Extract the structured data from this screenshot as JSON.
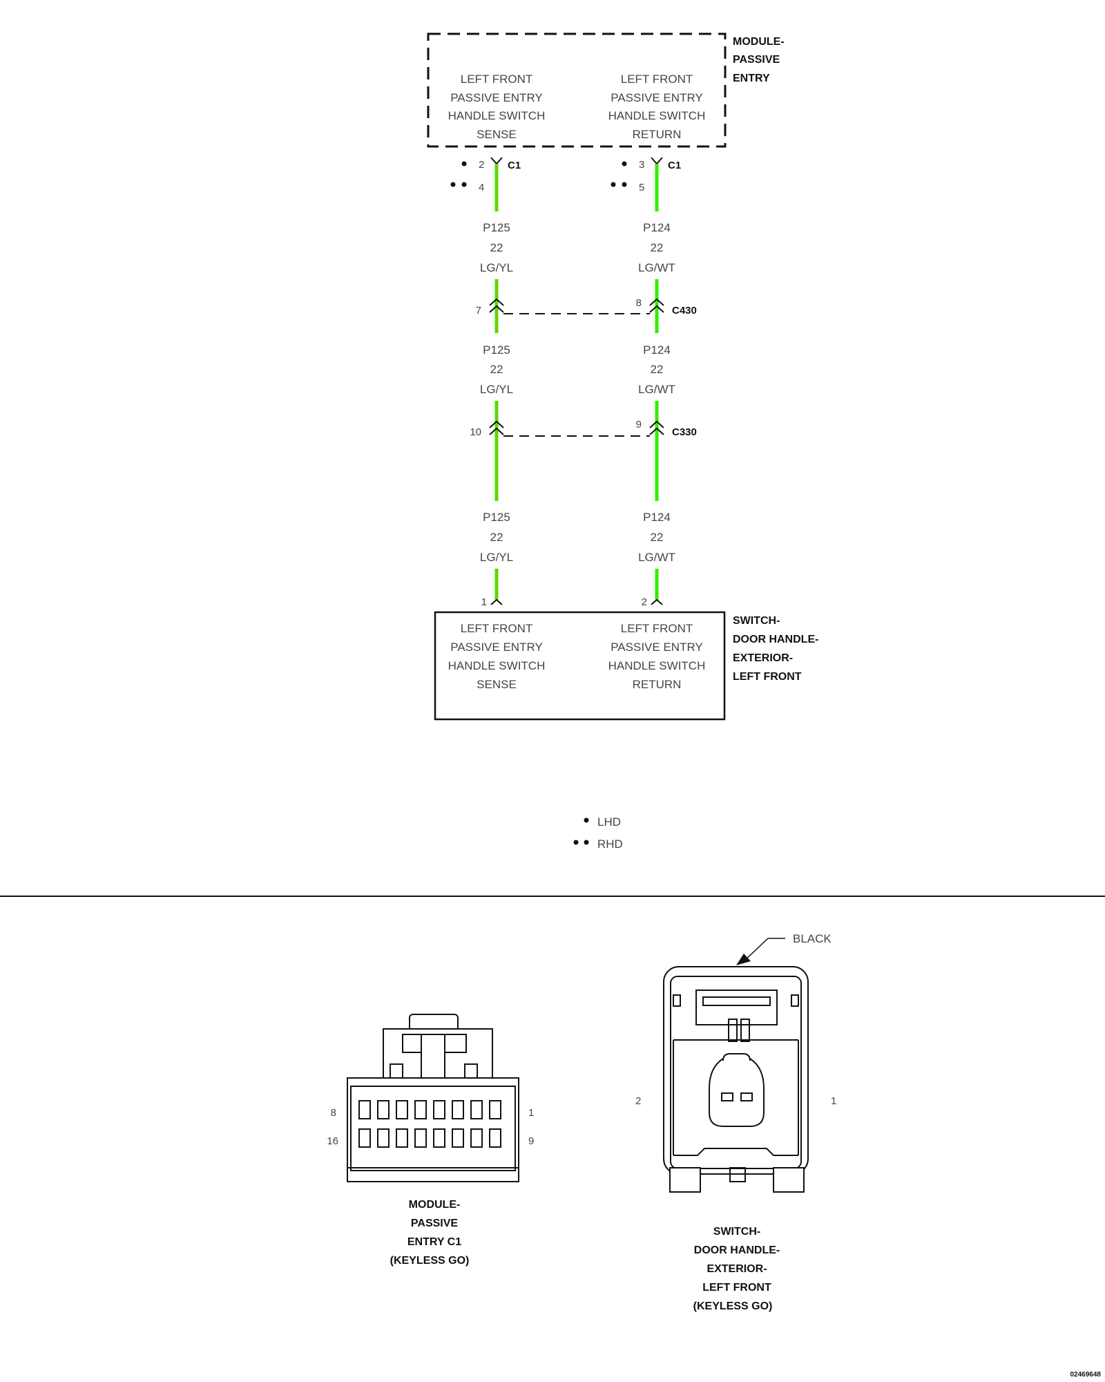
{
  "module_top": {
    "title_lines": [
      "MODULE-",
      "PASSIVE",
      "ENTRY"
    ],
    "left_func": [
      "LEFT FRONT",
      "PASSIVE ENTRY",
      "HANDLE SWITCH",
      "SENSE"
    ],
    "right_func": [
      "LEFT FRONT",
      "PASSIVE ENTRY",
      "HANDLE SWITCH",
      "RETURN"
    ]
  },
  "c1": {
    "left": {
      "lhd_pin": "2",
      "rhd_pin": "4",
      "connector": "C1"
    },
    "right": {
      "lhd_pin": "3",
      "rhd_pin": "5",
      "connector": "C1"
    }
  },
  "wires": {
    "left": {
      "circuit": "P125",
      "gauge": "22",
      "color_code": "LG/YL",
      "stripe_hex": "#c8a000"
    },
    "right": {
      "circuit": "P124",
      "gauge": "22",
      "color_code": "LG/WT",
      "stripe_hex": "#ffffff"
    },
    "base_hex": "#33ee00"
  },
  "c430": {
    "name": "C430",
    "left_pin": "7",
    "right_pin": "8"
  },
  "c330": {
    "name": "C330",
    "left_pin": "10",
    "right_pin": "9"
  },
  "switch_bottom": {
    "title_lines": [
      "SWITCH-",
      "DOOR HANDLE-",
      "EXTERIOR-",
      "LEFT FRONT"
    ],
    "left_pin": "1",
    "right_pin": "2",
    "left_func": [
      "LEFT FRONT",
      "PASSIVE ENTRY",
      "HANDLE SWITCH",
      "SENSE"
    ],
    "right_func": [
      "LEFT FRONT",
      "PASSIVE ENTRY",
      "HANDLE SWITCH",
      "RETURN"
    ]
  },
  "legend": {
    "lhd": "LHD",
    "rhd": "RHD"
  },
  "connector_views": {
    "module_c1": {
      "caption_lines": [
        "MODULE-",
        "PASSIVE",
        "ENTRY C1",
        "(KEYLESS GO)"
      ],
      "pins": {
        "top_left": "8",
        "top_right": "1",
        "bottom_left": "16",
        "bottom_right": "9"
      }
    },
    "switch": {
      "color_label": "BLACK",
      "caption_lines": [
        "SWITCH-",
        "DOOR HANDLE-",
        "EXTERIOR-",
        "LEFT FRONT",
        "(KEYLESS GO)"
      ],
      "pins": {
        "left": "2",
        "right": "1"
      }
    }
  },
  "figure_id": "02469648"
}
